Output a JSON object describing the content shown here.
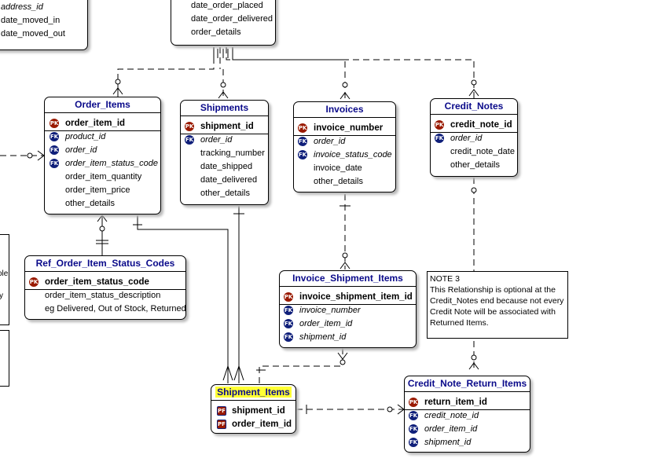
{
  "fragments": {
    "top_left_fields": [
      "address_id",
      "date_moved_in",
      "date_moved_out"
    ],
    "top_center_fields": [
      "date_order_placed",
      "date_order_delivered",
      "order_details"
    ],
    "left_partial": [
      "ole",
      "y"
    ]
  },
  "entities": {
    "order_items": {
      "title": "Order_Items",
      "rows": [
        {
          "key": "PK",
          "kind": "pk",
          "name": "order_item_id"
        },
        {
          "key": "FK",
          "kind": "fk",
          "name": "product_id"
        },
        {
          "key": "FK",
          "kind": "fk",
          "name": "order_id"
        },
        {
          "key": "FK",
          "kind": "fk",
          "name": "order_item_status_code"
        },
        {
          "key": "",
          "kind": "attr",
          "name": "order_item_quantity"
        },
        {
          "key": "",
          "kind": "attr",
          "name": "order_item_price"
        },
        {
          "key": "",
          "kind": "attr",
          "name": "other_details"
        }
      ]
    },
    "shipments": {
      "title": "Shipments",
      "rows": [
        {
          "key": "PK",
          "kind": "pk",
          "name": "shipment_id"
        },
        {
          "key": "FK",
          "kind": "fk",
          "name": "order_id"
        },
        {
          "key": "",
          "kind": "attr",
          "name": "tracking_number"
        },
        {
          "key": "",
          "kind": "attr",
          "name": "date_shipped"
        },
        {
          "key": "",
          "kind": "attr",
          "name": "date_delivered"
        },
        {
          "key": "",
          "kind": "attr",
          "name": "other_details"
        }
      ]
    },
    "invoices": {
      "title": "Invoices",
      "rows": [
        {
          "key": "PK",
          "kind": "pk",
          "name": "invoice_number"
        },
        {
          "key": "FK",
          "kind": "fk",
          "name": "order_id"
        },
        {
          "key": "FK",
          "kind": "fk",
          "name": "invoice_status_code"
        },
        {
          "key": "",
          "kind": "attr",
          "name": "invoice_date"
        },
        {
          "key": "",
          "kind": "attr",
          "name": "other_details"
        }
      ]
    },
    "credit_notes": {
      "title": "Credit_Notes",
      "rows": [
        {
          "key": "PK",
          "kind": "pk",
          "name": "credit_note_id"
        },
        {
          "key": "FK",
          "kind": "fk",
          "name": "order_id"
        },
        {
          "key": "",
          "kind": "attr",
          "name": "credit_note_date"
        },
        {
          "key": "",
          "kind": "attr",
          "name": "other_details"
        }
      ]
    },
    "ref_order_item_status_codes": {
      "title": "Ref_Order_Item_Status_Codes",
      "rows": [
        {
          "key": "PK",
          "kind": "pk",
          "name": "order_item_status_code"
        },
        {
          "key": "",
          "kind": "attr",
          "name": "order_item_status_description"
        },
        {
          "key": "",
          "kind": "attr",
          "name": "eg Delivered, Out of Stock, Returned"
        }
      ]
    },
    "invoice_shipment_items": {
      "title": "Invoice_Shipment_Items",
      "rows": [
        {
          "key": "PK",
          "kind": "pk",
          "name": "invoice_shipment_item_id"
        },
        {
          "key": "FK",
          "kind": "fk",
          "name": "invoice_number"
        },
        {
          "key": "FK",
          "kind": "fk",
          "name": "order_item_id"
        },
        {
          "key": "FK",
          "kind": "fk",
          "name": "shipment_id"
        }
      ]
    },
    "shipment_items": {
      "title": "Shipment_Items",
      "highlighted": true,
      "rows": [
        {
          "key": "PF",
          "kind": "pk",
          "name": "shipment_id"
        },
        {
          "key": "PF",
          "kind": "pk",
          "name": "order_item_id"
        }
      ]
    },
    "credit_note_return_items": {
      "title": "Credit_Note_Return_Items",
      "rows": [
        {
          "key": "PK",
          "kind": "pk",
          "name": "return_item_id"
        },
        {
          "key": "FK",
          "kind": "fk",
          "name": "credit_note_id"
        },
        {
          "key": "FK",
          "kind": "fk",
          "name": "order_item_id"
        },
        {
          "key": "FK",
          "kind": "fk",
          "name": "shipment_id"
        }
      ]
    }
  },
  "note3": {
    "heading": "NOTE 3",
    "text": "This Relationship is optional at the Credit_Notes end because not every Credit Note will be associated with Returned Items."
  },
  "colors": {
    "title": "#0a0a8a",
    "pk_badge": "#9a1a00",
    "fk_badge": "#0f1f7a",
    "highlight": "#ffff33"
  }
}
